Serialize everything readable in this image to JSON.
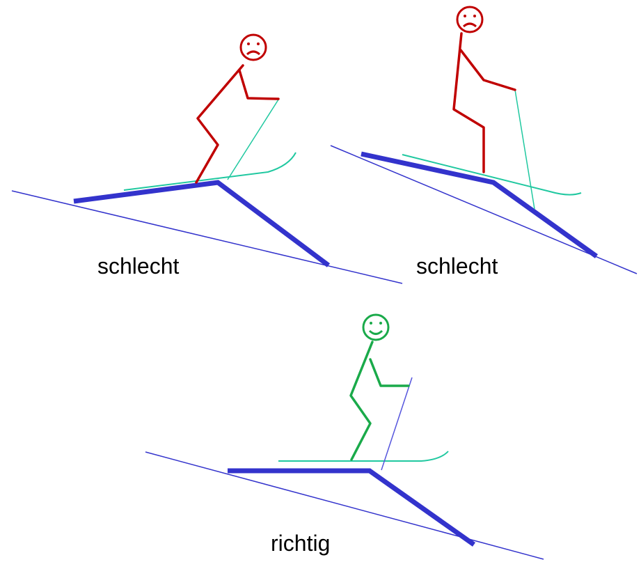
{
  "panels": [
    {
      "id": "bad-1",
      "label": "schlecht",
      "verdict": "bad",
      "face": "frowning-face-icon"
    },
    {
      "id": "bad-2",
      "label": "schlecht",
      "verdict": "bad",
      "face": "frowning-face-icon"
    },
    {
      "id": "good",
      "label": "richtig",
      "verdict": "good",
      "face": "smiling-face-icon"
    }
  ],
  "colors": {
    "bad_figure": "#c00000",
    "good_figure": "#1aaa4a",
    "slope_and_ski": "#3333cc",
    "pole_teal": "#20c8a0",
    "pole_blue": "#5555dd",
    "caption": "#000000"
  }
}
